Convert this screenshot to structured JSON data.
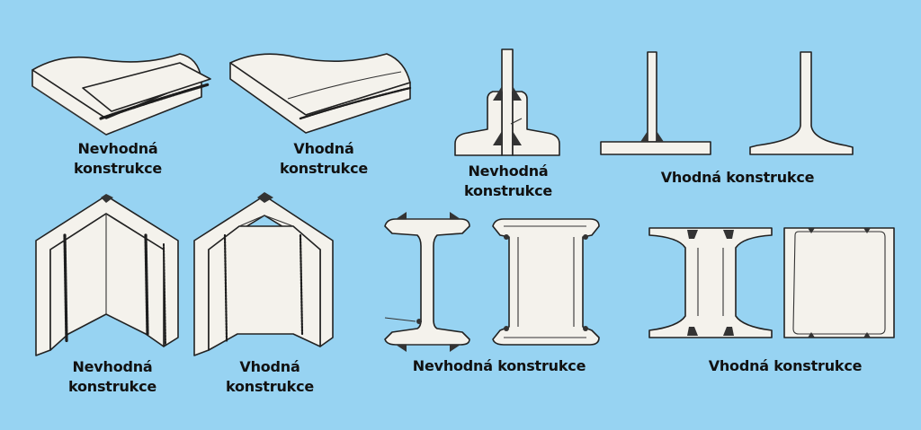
{
  "labels": {
    "l1": "Nevhodná konstrukce",
    "l2": "Vhodná konstrukce",
    "l3": "Nevhodná konstrukce",
    "l4": "Vhodná konstrukce",
    "l5": "Nevhodná konstrukce",
    "l6": "Vhodná konstrukce",
    "l7": "Nevhodná konstrukce",
    "l8": "Vhodná konstrukce"
  },
  "colors": {
    "background": "#97d3f2",
    "paper": "#f4f2ec",
    "ink": "#222222"
  }
}
